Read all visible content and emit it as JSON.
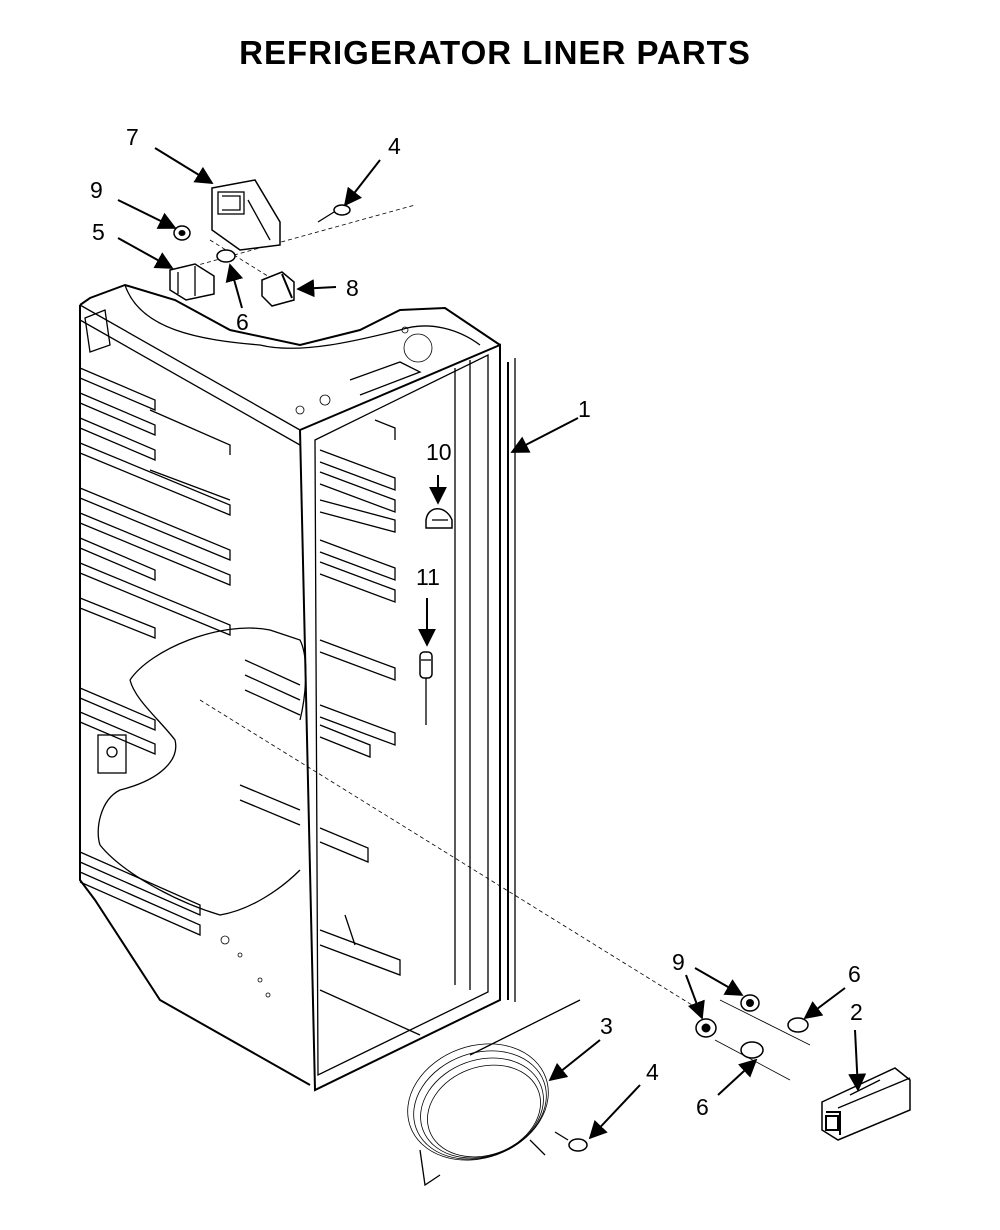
{
  "title": "REFRIGERATOR LINER PARTS",
  "callouts": [
    {
      "id": "c1",
      "label": "1"
    },
    {
      "id": "c2",
      "label": "2"
    },
    {
      "id": "c3",
      "label": "3"
    },
    {
      "id": "c4a",
      "label": "4"
    },
    {
      "id": "c4b",
      "label": "4"
    },
    {
      "id": "c5",
      "label": "5"
    },
    {
      "id": "c6a",
      "label": "6"
    },
    {
      "id": "c6b",
      "label": "6"
    },
    {
      "id": "c6c",
      "label": "6"
    },
    {
      "id": "c7",
      "label": "7"
    },
    {
      "id": "c8",
      "label": "8"
    },
    {
      "id": "c9a",
      "label": "9"
    },
    {
      "id": "c9b",
      "label": "9"
    },
    {
      "id": "c10",
      "label": "10"
    },
    {
      "id": "c11",
      "label": "11"
    }
  ]
}
